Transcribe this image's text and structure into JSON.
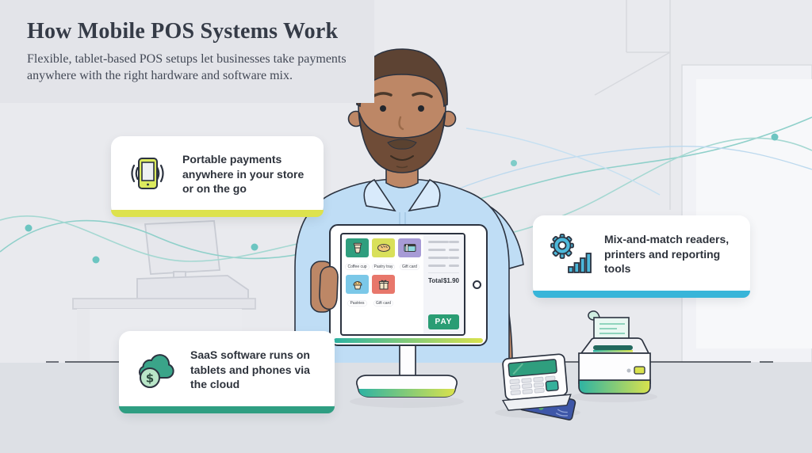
{
  "header": {
    "title": "How Mobile POS Systems Work",
    "subtitle": "Flexible, tablet-based POS setups let businesses take payments anywhere with the right hardware and software mix."
  },
  "cards": [
    {
      "icon": "tablet-signal-icon",
      "text": "Portable payments anywhere in your store or on the go",
      "accent": "#dde24e"
    },
    {
      "icon": "gear-bars-icon",
      "text": "Mix-and-match readers, printers and reporting tools",
      "accent": "#38b5d9"
    },
    {
      "icon": "cloud-dollar-icon",
      "text": "SaaS software runs on tablets and phones via the cloud",
      "accent": "#2f9e82"
    }
  ],
  "tablet_pos": {
    "products": [
      {
        "label": "Coffee cup",
        "color": "#2f9e7e"
      },
      {
        "label": "Pastry tray",
        "color": "#d9e05a"
      },
      {
        "label": "Gift card",
        "color": "#a79bd6"
      },
      {
        "label": "Pastries",
        "color": "#7bc8e8"
      },
      {
        "label": "Gift card",
        "color": "#e8776b"
      }
    ],
    "total_label": "Total",
    "total_value": "$1.90",
    "pay_label": "PAY"
  },
  "colors": {
    "accent_lime": "#dde24e",
    "accent_cyan": "#38b5d9",
    "accent_green": "#2f9e82",
    "pay_green": "#2a9d74",
    "edge_gradient": "linear-gradient(90deg,#2eb3a3,#d9e24d)"
  }
}
